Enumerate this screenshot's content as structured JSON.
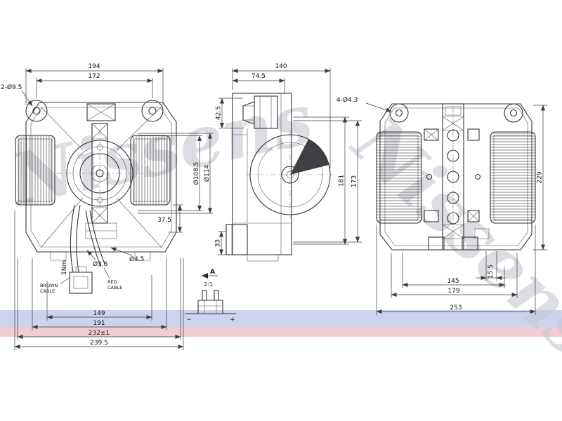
{
  "watermark": {
    "text": "Nissens",
    "color": "#c6c8d2"
  },
  "brand_stripes": {
    "blue": "#ccd3ee",
    "pink": "#f2ccd4"
  },
  "front_view": {
    "dim_width_outer": "194",
    "dim_width_inner": "172",
    "dim_mount_holes": "2-Ø9.5",
    "dim_fan_dia": "Ø108.5",
    "dim_fan_dia_outer": "Ø114",
    "dim_offset": "37.5",
    "dim_cable_dia_1": "Ø3.6",
    "dim_cable_dia_2": "Ø4.5",
    "dim_bottom_1": "149",
    "dim_bottom_2": "191",
    "dim_bottom_3": "232±1",
    "dim_bottom_4": "239.5",
    "torque_note": "1Nm",
    "brown_cable": {
      "line1": "BROWN",
      "line2": "CABLE"
    },
    "red_cable": {
      "line1": "RED",
      "line2": "CABLE"
    }
  },
  "side_view": {
    "dim_depth_outer": "140",
    "dim_depth_inner": "74.5",
    "dim_connector_height": "42.5",
    "dim_height_outer": "181",
    "dim_height_inner": "173",
    "dim_foot": "33"
  },
  "back_view": {
    "dim_mount_holes": "4-Ø4.3",
    "dim_height": "229",
    "dim_offset_small": "15.5",
    "dim_bottom_1": "145",
    "dim_bottom_2": "179",
    "dim_bottom_3": "253"
  },
  "detail_a": {
    "label": "A",
    "scale": "2:1",
    "terminal_minus": "−",
    "terminal_plus": "+"
  }
}
